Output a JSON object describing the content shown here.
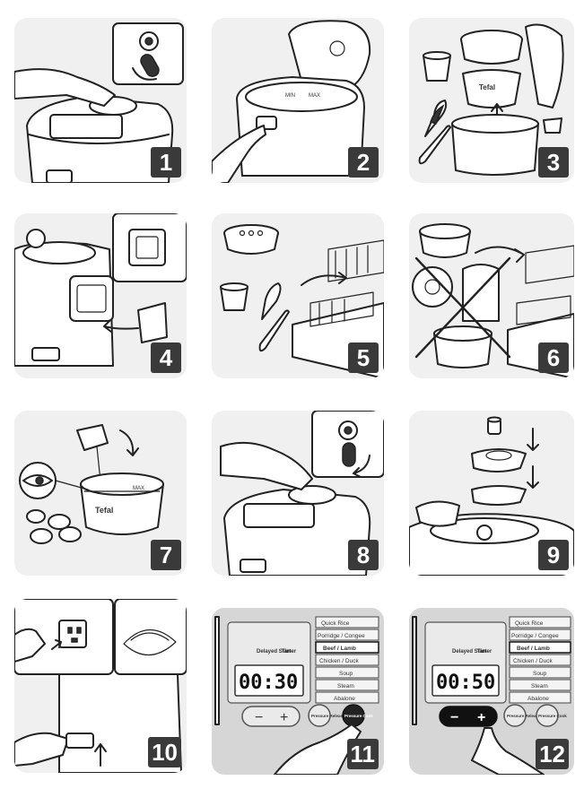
{
  "steps": [
    {
      "number": "1"
    },
    {
      "number": "2"
    },
    {
      "number": "3"
    },
    {
      "number": "4"
    },
    {
      "number": "5"
    },
    {
      "number": "6"
    },
    {
      "number": "7"
    },
    {
      "number": "8"
    },
    {
      "number": "9"
    },
    {
      "number": "10"
    },
    {
      "number": "11"
    },
    {
      "number": "12"
    }
  ],
  "brand": "Tefal",
  "bowl_marks": {
    "min": "MIN",
    "max": "MAX"
  },
  "control_panel": {
    "menu_items": [
      "Quick Rice",
      "Porridge / Congee",
      "Beef / Lamb",
      "Chicken / Duck",
      "Soup",
      "Steam",
      "Abalone"
    ],
    "delayed_start": "Delayed Start",
    "timer": "Timer",
    "pressure_release": "Pressure Release",
    "pressure_cook": "Pressure Cook",
    "minus": "−",
    "plus": "+"
  },
  "displays": {
    "step11": "00:30",
    "step12": "00:50"
  }
}
